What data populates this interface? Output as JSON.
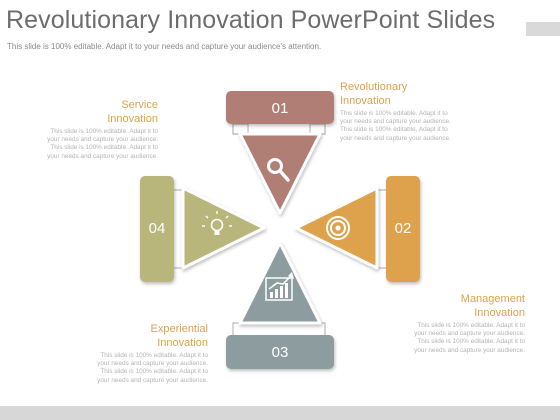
{
  "header": {
    "title": "Revolutionary Innovation PowerPoint Slides",
    "subtitle": "This slide is 100% editable. Adapt it to your needs and capture your audience's attention."
  },
  "colors": {
    "step1": "#b07e74",
    "step2": "#dea24e",
    "step3": "#8d9d9f",
    "step4": "#b8b67a"
  },
  "steps": [
    {
      "number": "01",
      "heading_line1": "Revolutionary",
      "heading_line2": "Innovation",
      "desc_lines": [
        "This slide is 100% editable. Adapt it to",
        "your needs and capture your audience.",
        "This slide is 100% editable. Adapt it to",
        "your needs and capture your audience."
      ],
      "icon": "magnifier-icon"
    },
    {
      "number": "02",
      "heading_line1": "Management",
      "heading_line2": "Innovation",
      "desc_lines": [
        "This slide is 100% editable. Adapt it to",
        "your needs and capture your audience.",
        "This slide is 100% editable. Adapt it to",
        "your needs and capture your audience."
      ],
      "icon": "target-icon"
    },
    {
      "number": "03",
      "heading_line1": "Experiential",
      "heading_line2": "Innovation",
      "desc_lines": [
        "This slide is 100% editable. Adapt it to",
        "your needs and capture your audience.",
        "This slide is 100% editable. Adapt it to",
        "your needs and capture your audience."
      ],
      "icon": "growth-chart-icon"
    },
    {
      "number": "04",
      "heading_line1": "Service",
      "heading_line2": "Innovation",
      "desc_lines": [
        "This slide is 100% editable. Adapt it to",
        "your needs and capture your audience.",
        "This slide is 100% editable. Adapt it to",
        "your needs and capture your audience."
      ],
      "icon": "lightbulb-icon"
    }
  ]
}
